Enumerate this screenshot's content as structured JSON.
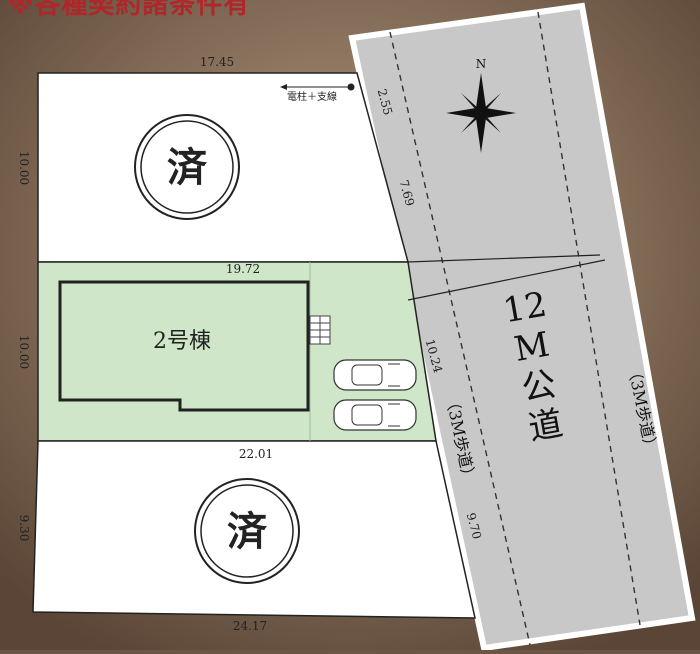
{
  "header": {
    "notice": "※各種契約諸条件有"
  },
  "lots": {
    "north": {
      "status": "済",
      "top_width": "17.45",
      "side_depth": "10.00"
    },
    "center": {
      "name": "2号棟",
      "inner_width": "19.72",
      "side_depth": "10.00",
      "road_frontage": "10.24"
    },
    "south": {
      "status": "済",
      "top_width": "22.01",
      "side_depth": "9.30",
      "bottom_width": "24.17",
      "road_frontage": "9.70"
    }
  },
  "road": {
    "name_line1": "12",
    "name_line2": "M",
    "name_line3": "公",
    "name_line4": "道",
    "frontage_north_a": "2.55",
    "frontage_north_b": "7.69",
    "sidewalk_left": "（3M歩道）",
    "sidewalk_right": "（3M歩道）"
  },
  "utility": {
    "label": "電柱＋支線"
  },
  "compass": {
    "north_label": "N"
  },
  "colors": {
    "lot_fill": "#ffffff",
    "green_lot": "#cfe6c8",
    "road_fill": "#c8c8c8",
    "header_red": "#b0262a"
  }
}
